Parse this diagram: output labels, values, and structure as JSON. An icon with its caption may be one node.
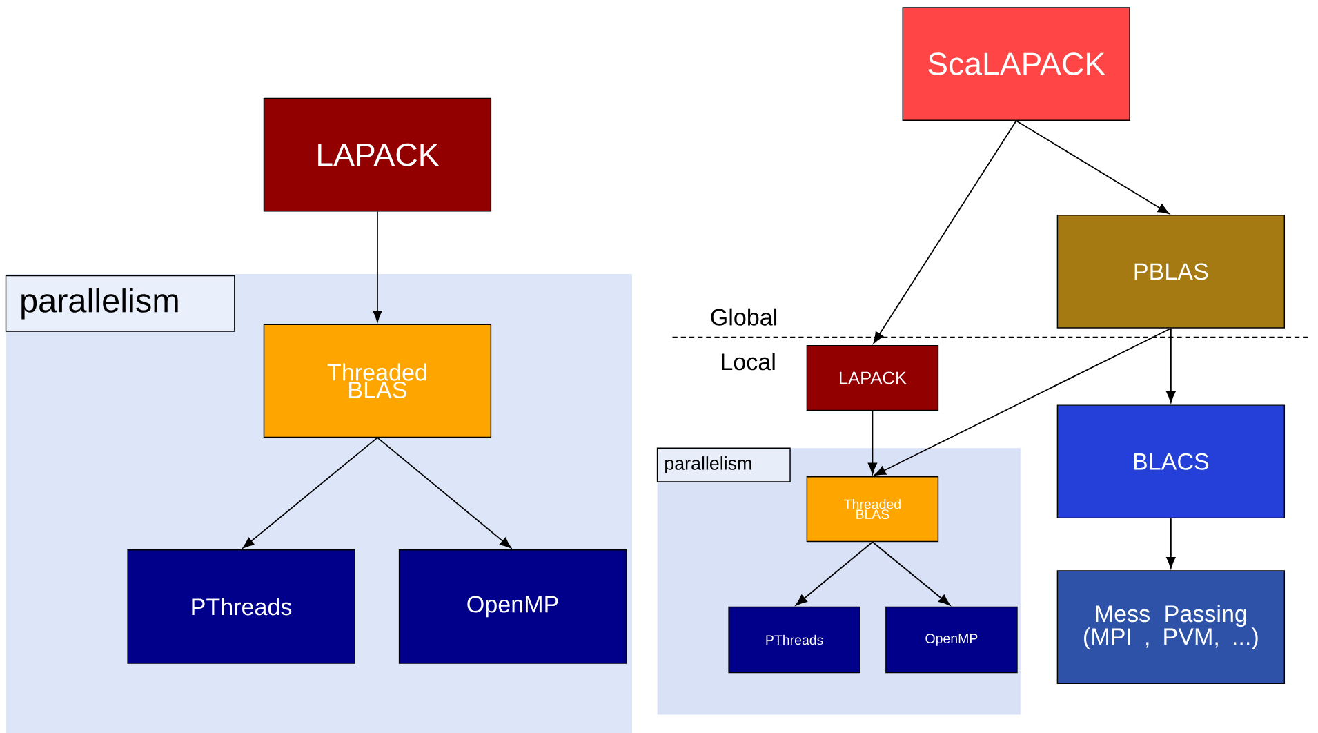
{
  "diagram": {
    "nodes": [
      {
        "text": [
          "parallelism"
        ]
      },
      {
        "text": [
          "LAPACK"
        ]
      },
      {
        "text": [
          "Threaded BLAS"
        ],
        "in": 0
      },
      {
        "text": [
          "PThreads"
        ],
        "in": 0
      },
      {
        "text": [
          "OpenMP"
        ],
        "in": 0
      },
      {
        "text": [
          "ScaLAPACK"
        ]
      },
      {
        "text": [
          "PBLAS"
        ]
      },
      {
        "text": [
          "LAPACK"
        ]
      },
      {
        "text": [
          "parallelism"
        ]
      },
      {
        "text": [
          "Threaded BLAS"
        ],
        "in": 8
      },
      {
        "text": [
          "PThreads"
        ],
        "in": 8
      },
      {
        "text": [
          "OpenMP"
        ],
        "in": 8
      },
      {
        "text": [
          "BLACS"
        ]
      },
      {
        "text": [
          "Mess Passing (MPI , PVM, ...)"
        ]
      }
    ],
    "edges": [
      {
        "from": 1,
        "to": 2,
        "arrow": "to"
      },
      {
        "from": 2,
        "to": 3,
        "arrow": "to"
      },
      {
        "from": 2,
        "to": 4,
        "arrow": "to"
      },
      {
        "from": 5,
        "to": 7,
        "arrow": "to"
      },
      {
        "from": 5,
        "to": 6,
        "arrow": "to"
      },
      {
        "from": 6,
        "to": 9,
        "arrow": "to"
      },
      {
        "from": 6,
        "to": 12,
        "arrow": "to"
      },
      {
        "from": 7,
        "to": 9,
        "arrow": "to"
      },
      {
        "from": 9,
        "to": 10,
        "arrow": "to"
      },
      {
        "from": 9,
        "to": 11,
        "arrow": "to"
      },
      {
        "from": 12,
        "to": 13,
        "arrow": "to"
      }
    ],
    "labels": [
      "Global",
      "Local"
    ]
  }
}
